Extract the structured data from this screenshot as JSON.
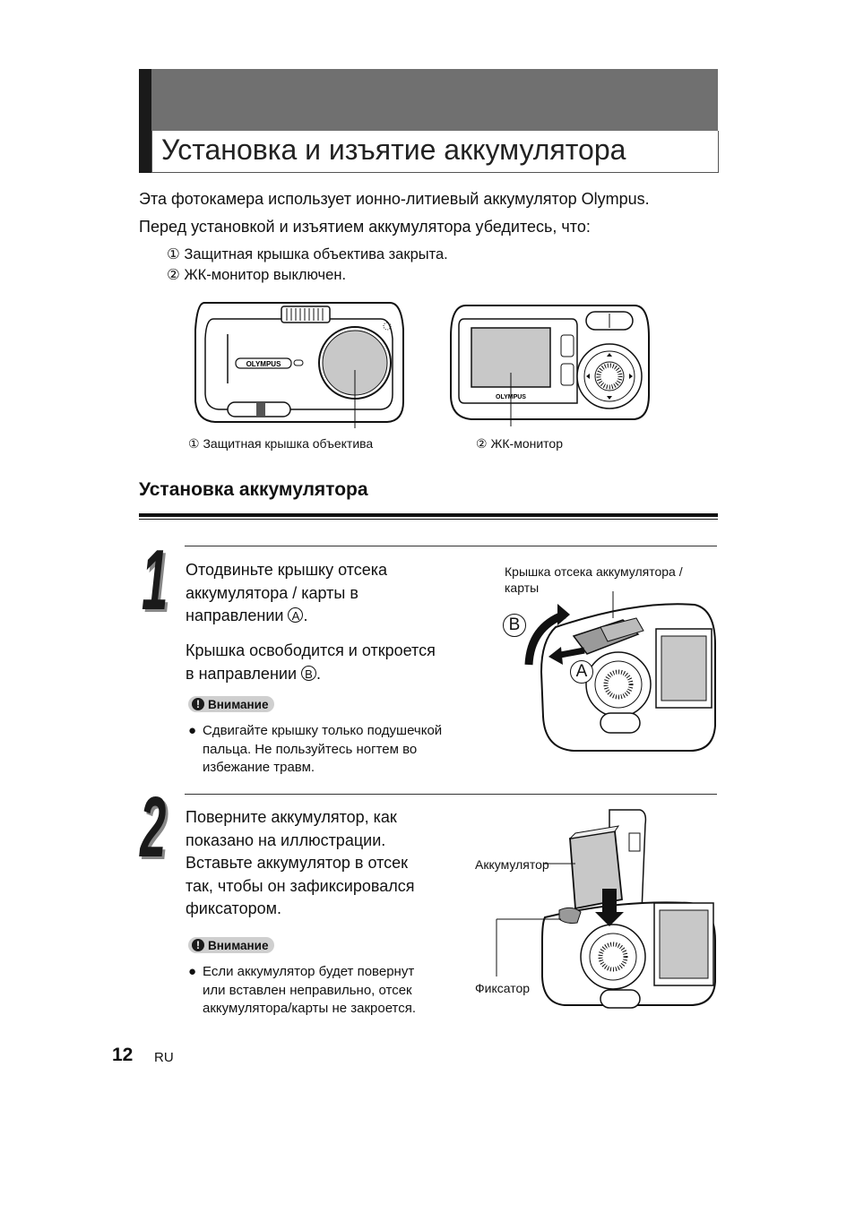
{
  "header": {
    "title": "Установка и изъятие аккумулятора"
  },
  "intro": {
    "line1": "Эта фотокамера использует ионно-литиевый аккумулятор Olympus.",
    "line2": "Перед установкой и изъятием аккумулятора убедитесь, что:",
    "items": [
      {
        "marker": "①",
        "text": "Защитная крышка объектива закрыта."
      },
      {
        "marker": "②",
        "text": "ЖК-монитор выключен."
      }
    ]
  },
  "figures": {
    "front": {
      "brand": "OLYMPUS",
      "caption_marker": "①",
      "caption": "Защитная крышка объектива"
    },
    "back": {
      "brand": "OLYMPUS",
      "caption_marker": "②",
      "caption": "ЖК-монитор"
    }
  },
  "section": {
    "title": "Установка аккумулятора"
  },
  "steps": [
    {
      "number": "1",
      "text_a": "Отодвиньте крышку отсека",
      "text_b": "аккумулятора / карты в",
      "text_c_pre": "направлении ",
      "marker_a": "A",
      "text_c_post": ".",
      "sub_a": "Крышка освободится и откроется",
      "sub_b_pre": "в направлении ",
      "marker_b": "B",
      "sub_b_post": ".",
      "warning_label": "Внимание",
      "bullet": [
        "Сдвигайте крышку только подушечкой",
        "пальца. Не пользуйтесь ногтем во",
        "избежание травм."
      ],
      "callout": [
        "Крышка отсека аккумулятора /",
        "карты"
      ],
      "marker_fig_a": "A",
      "marker_fig_b": "B"
    },
    {
      "number": "2",
      "lines": [
        "Поверните аккумулятор, как",
        "показано на иллюстрации.",
        "Вставьте аккумулятор в отсек",
        "так, чтобы он зафиксировался",
        "фиксатором."
      ],
      "warning_label": "Внимание",
      "bullet": [
        "Если аккумулятор будет повернут",
        "или вставлен неправильно, отсек",
        "аккумулятора/карты не закроется."
      ],
      "callout_battery": "Аккумулятор",
      "callout_lock": "Фиксатор"
    }
  ],
  "footer": {
    "page": "12",
    "lang": "RU"
  }
}
